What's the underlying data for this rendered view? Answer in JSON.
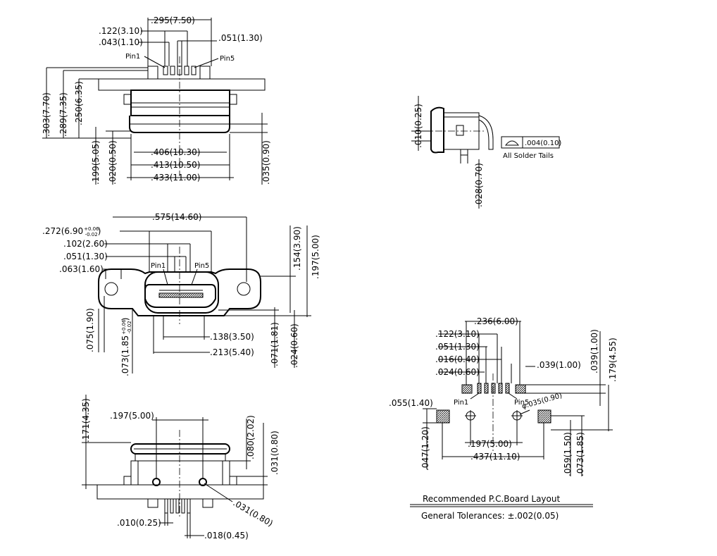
{
  "colors": {
    "ink": "#000000",
    "background": "#ffffff"
  },
  "top_view": {
    "d_295": ".295(7.50)",
    "d_122": ".122(3.10)",
    "d_043": ".043(1.10)",
    "d_051": ".051(1.30)",
    "pin1": "Pin1",
    "pin5": "Pin5",
    "d_303": ".303(7.70)",
    "d_289": ".289(7.35)",
    "d_250": ".250(6.35)",
    "d_199": ".199(5.05)",
    "d_020": ".020(0.50)",
    "d_406": ".406(10.30)",
    "d_413": ".413(10.50)",
    "d_433": ".433(11.00)",
    "d_035": ".035(0.90)"
  },
  "side_view": {
    "d_010": ".010(0.25)",
    "d_028": ".028(0.70)",
    "tolerance_value": ".004(0.10)",
    "note": "All Solder Tails"
  },
  "front_view": {
    "d_575": ".575(14.60)",
    "d_272": ".272(6.90",
    "d_272_tol_plus": "+0.06",
    "d_272_tol_minus": "-0.02",
    "d_272_close": ")",
    "d_102": ".102(2.60)",
    "d_051": ".051(1.30)",
    "d_063": ".063(1.60)",
    "pin1": "Pin1",
    "pin5": "Pin5",
    "d_154": ".154(3.90)",
    "d_197": ".197(5.00)",
    "d_075": ".075(1.90)",
    "d_073": ".073(1.85",
    "d_073_tol_plus": "+0.06",
    "d_073_tol_minus": "-0.02",
    "d_073_close": ")",
    "d_138": ".138(3.50)",
    "d_213": ".213(5.40)",
    "d_071": ".071(1.81)",
    "d_024": ".024(0.60)"
  },
  "bottom_view": {
    "d_171": ".171(4.35)",
    "d_197": ".197(5.00)",
    "d_080": ".080(2.02)",
    "d_031v": ".031(0.80)",
    "d_031": ".031(0.80)",
    "d_010": ".010(0.25)",
    "d_018": ".018(0.45)"
  },
  "pcb_layout": {
    "d_236": ".236(6.00)",
    "d_122": ".122(3.10)",
    "d_051": ".051(1.30)",
    "d_016": ".016(0.40)",
    "d_024": ".024(0.60)",
    "d_039": ".039(1.00)",
    "d_039v": ".039(1.00)",
    "d_179": ".179(4.55)",
    "d_055": ".055(1.40)",
    "pin1": "Pin1",
    "pin5": "Pin5",
    "phi": "φ.035(0.90)",
    "d_047": ".047(1.20)",
    "d_197": ".197(5.00)",
    "d_437": ".437(11.10)",
    "d_059": ".059(1.50)",
    "d_073": ".073(1.85)",
    "title": "Recommended P.C.Board Layout",
    "tolerances": "General Tolerances:  ±.002(0.05)"
  }
}
